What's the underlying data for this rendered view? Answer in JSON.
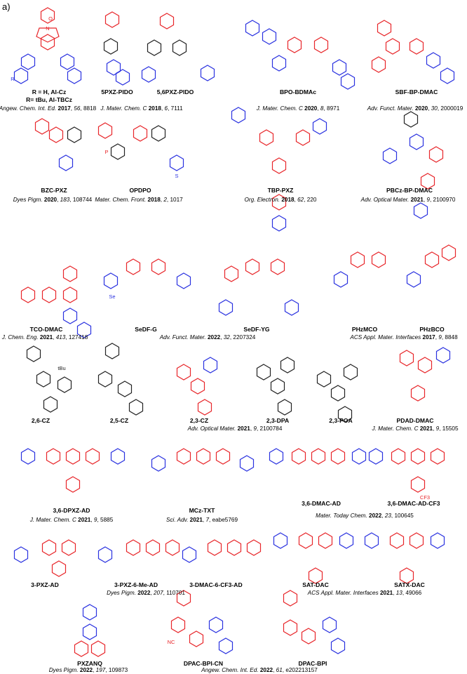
{
  "panel_label": "a)",
  "colors": {
    "acceptor": "#e8262a",
    "donor": "#2a32e0",
    "neutral": "#222222"
  },
  "rows": [
    {
      "row": 1,
      "items": [
        {
          "id": "al-cz",
          "names": [
            "R = H, Al-Cz",
            "R= tBu, Al-TBCz"
          ],
          "ref": {
            "journal": "Angew. Chem. Int. Ed.",
            "year": "2017",
            "volume": "56",
            "page": "8818"
          }
        },
        {
          "id": "5pxz-pido",
          "names": [
            "5PXZ-PIDO"
          ],
          "ref": {
            "journal": "J. Mater. Chem. C",
            "year": "2018",
            "volume": "6",
            "page": "7111"
          }
        },
        {
          "id": "56pxz-pido",
          "names": [
            "5,6PXZ-PIDO"
          ]
        },
        {
          "id": "bpo-bdmac",
          "names": [
            "BPO-BDMAc"
          ],
          "ref": {
            "journal": "J. Mater. Chem. C",
            "year": "2020",
            "volume": "8",
            "page": "8971"
          }
        },
        {
          "id": "sbf-bp-dmac",
          "names": [
            "SBF-BP-DMAC"
          ],
          "ref": {
            "journal": "Adv. Funct. Mater.",
            "year": "2020",
            "volume": "30",
            "page": "2000019"
          }
        }
      ]
    },
    {
      "row": 2,
      "items": [
        {
          "id": "bzc-pxz",
          "names": [
            "BZC-PXZ"
          ],
          "ref": {
            "journal": "Dyes Pigm.",
            "year": "2020",
            "volume": "183",
            "page": "108744"
          }
        },
        {
          "id": "opdpo",
          "names": [
            "OPDPO"
          ],
          "ref": {
            "journal": "Mater. Chem. Front.",
            "year": "2018",
            "volume": "2",
            "page": "1017"
          }
        },
        {
          "id": "tbp-pxz",
          "names": [
            "TBP-PXZ"
          ],
          "ref": {
            "journal": "Org. Electron.",
            "year": "2018",
            "volume": "62",
            "page": "220"
          }
        },
        {
          "id": "pbcz-bp-dmac",
          "names": [
            "PBCz-BP-DMAC"
          ],
          "ref": {
            "journal": "Adv. Optical Mater.",
            "year": "2021",
            "volume": "9",
            "page": "2100970"
          }
        }
      ]
    },
    {
      "row": 3,
      "items": [
        {
          "id": "tco-dmac",
          "names": [
            "TCO-DMAC"
          ],
          "ref": {
            "journal": "J. Chem. Eng.",
            "year": "2021",
            "volume": "413",
            "page": "127418"
          }
        },
        {
          "id": "sedf-g",
          "names": [
            "SeDF-G"
          ]
        },
        {
          "id": "sedf-yg",
          "names": [
            "SeDF-YG"
          ],
          "ref": {
            "journal": "Adv. Funct. Mater.",
            "year": "2022",
            "volume": "32",
            "page": "2207324"
          }
        },
        {
          "id": "phzmco",
          "names": [
            "PHzMCO"
          ]
        },
        {
          "id": "phzbco",
          "names": [
            "PHzBCO"
          ],
          "ref": {
            "journal": "ACS Appl. Mater. Interfaces",
            "year": "2017",
            "volume": "9",
            "page": "8848"
          }
        }
      ]
    },
    {
      "row": 4,
      "items": [
        {
          "id": "26-cz",
          "names": [
            "2,6-CZ"
          ]
        },
        {
          "id": "25-cz",
          "names": [
            "2,5-CZ"
          ]
        },
        {
          "id": "23-cz",
          "names": [
            "2,3-CZ"
          ],
          "ref": {
            "journal": "Adv. Optical Mater.",
            "year": "2021",
            "volume": "9",
            "page": "2100784"
          }
        },
        {
          "id": "23-dpa",
          "names": [
            "2,3-DPA"
          ]
        },
        {
          "id": "23-poa",
          "names": [
            "2,3-POA"
          ]
        },
        {
          "id": "pdad-dmac",
          "names": [
            "PDAD-DMAC"
          ],
          "ref": {
            "journal": "J. Mater. Chem. C",
            "year": "2021",
            "volume": "9",
            "page": "15505"
          }
        }
      ]
    },
    {
      "row": 5,
      "items": [
        {
          "id": "36-dpxz-ad",
          "names": [
            "3,6-DPXZ-AD"
          ],
          "ref": {
            "journal": "J. Mater. Chem. C",
            "year": "2021",
            "volume": "9",
            "page": "5885"
          }
        },
        {
          "id": "mcz-txt",
          "names": [
            "MCz-TXT"
          ],
          "ref": {
            "journal": "Sci. Adv.",
            "year": "2021",
            "volume": "7",
            "page": "eabe5769"
          }
        },
        {
          "id": "36-dmac-ad",
          "names": [
            "3,6-DMAC-AD"
          ],
          "ref": {
            "journal": "Mater. Today Chem.",
            "year": "2022",
            "volume": "23",
            "page": "100645"
          }
        },
        {
          "id": "36-dmac-ad-cf3",
          "names": [
            "3,6-DMAC-AD-CF3"
          ]
        }
      ]
    },
    {
      "row": 6,
      "items": [
        {
          "id": "3-pxz-ad",
          "names": [
            "3-PXZ-AD"
          ]
        },
        {
          "id": "3-pxz-6-me-ad",
          "names": [
            "3-PXZ-6-Me-AD"
          ],
          "ref": {
            "journal": "Dyes Pigm.",
            "year": "2022",
            "volume": "207",
            "page": "110701"
          }
        },
        {
          "id": "3-dmac-6-cf3-ad",
          "names": [
            "3-DMAC-6-CF3-AD"
          ]
        },
        {
          "id": "sat-dac",
          "names": [
            "SAT-DAC"
          ],
          "ref": {
            "journal": "ACS Appl. Mater. Interfaces",
            "year": "2021",
            "volume": "13",
            "page": "49066"
          }
        },
        {
          "id": "satx-dac",
          "names": [
            "SATX-DAC"
          ]
        }
      ]
    },
    {
      "row": 7,
      "items": [
        {
          "id": "pxzanq",
          "names": [
            "PXZANQ"
          ],
          "ref": {
            "journal": "Dyes Pigm.",
            "year": "2022",
            "volume": "197",
            "page": "109873"
          }
        },
        {
          "id": "dpac-bpi-cn",
          "names": [
            "DPAC-BPI-CN"
          ],
          "ref": {
            "journal": "Angew. Chem. Int. Ed.",
            "year": "2022",
            "volume": "61",
            "page": "e202213157"
          }
        },
        {
          "id": "dpac-bpi",
          "names": [
            "DPAC-BPI"
          ]
        }
      ]
    }
  ],
  "atom_labels": {
    "O": "O",
    "N": "N",
    "S": "S",
    "Se": "Se",
    "P": "P",
    "R": "R",
    "tBu": "tBu",
    "CF3": "CF3",
    "NC": "NC"
  }
}
